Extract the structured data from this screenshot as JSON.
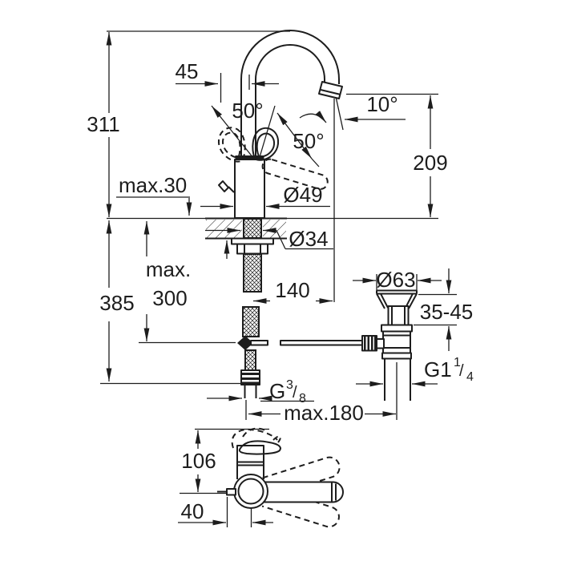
{
  "drawing": {
    "type": "faucet-dimensional-technical-drawing",
    "background_color": "#ffffff",
    "line_color": "#1d1d1d",
    "labels": {
      "height_total": "311",
      "spout_offset": "45",
      "handle_angle_left": "50°",
      "handle_angle_right": "50°",
      "outlet_angle": "10°",
      "outlet_height": "209",
      "deck_thickness_max": "max.30",
      "body_diameter": "Ø49",
      "shank_diameter": "Ø34",
      "hose_length_max_word": "max.",
      "hose_length_max_value": "300",
      "below_deck_length": "385",
      "spout_projection": "140",
      "waste_flange_diameter": "Ø63",
      "basin_thickness_range": "35-45",
      "waste_thread_prefix": "G1",
      "waste_thread_numerator": "1",
      "waste_thread_denominator": "4",
      "supply_thread_prefix": "G",
      "supply_thread_numerator": "3",
      "supply_thread_denominator": "8",
      "frac_slash": "/",
      "rod_reach_max": "max.180",
      "top_view_depth": "106",
      "rod_offset": "40"
    }
  }
}
